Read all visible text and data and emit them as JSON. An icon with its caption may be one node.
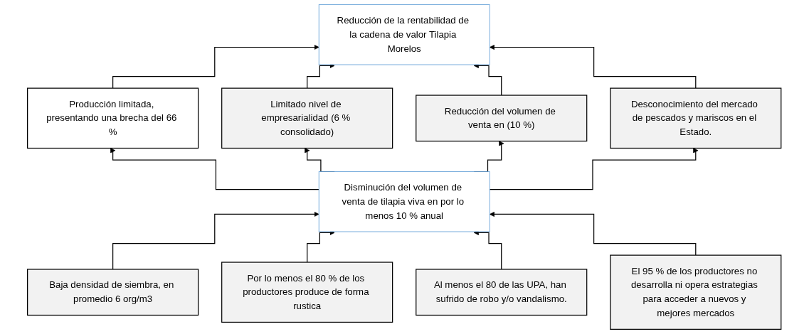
{
  "diagram": {
    "nodes": [
      {
        "text": [
          "Reducción de la rentabilidad de la cadena de valor Tilapia Morelos"
        ]
      },
      {
        "text": [
          "Producción limitada, presentando una brecha del 66 %"
        ]
      },
      {
        "text": [
          "Limitado nivel de empresarialidad (6 % consolidado)"
        ]
      },
      {
        "text": [
          "Reducción del volumen de venta en (10 %)"
        ]
      },
      {
        "text": [
          "Desconocimiento del mercado de pescados y mariscos en el Estado."
        ]
      },
      {
        "text": [
          "Disminución del volumen de venta de tilapia viva en por lo menos 10 % anual"
        ]
      },
      {
        "text": [
          "Baja densidad de siembra, en promedio 6 org/m3"
        ]
      },
      {
        "text": [
          "Por lo menos el 80 % de los productores produce de forma rustica"
        ]
      },
      {
        "text": [
          "Al menos el 80 de las UPA, han sufrido de robo y/o vandalismo."
        ]
      },
      {
        "text": [
          "El 95 % de los productores no desarrolla ni opera estrategias para acceder a nuevos y mejores mercados"
        ]
      }
    ],
    "edges": [
      {
        "from": 1,
        "to": 0,
        "arrow": "to"
      },
      {
        "from": 2,
        "to": 0,
        "arrow": "to"
      },
      {
        "from": 3,
        "to": 0,
        "arrow": "to"
      },
      {
        "from": 4,
        "to": 0,
        "arrow": "to"
      },
      {
        "from": 5,
        "to": 1,
        "arrow": "to"
      },
      {
        "from": 5,
        "to": 2,
        "arrow": "to"
      },
      {
        "from": 5,
        "to": 3,
        "arrow": "to"
      },
      {
        "from": 5,
        "to": 4,
        "arrow": "to"
      },
      {
        "from": 6,
        "to": 5,
        "arrow": "to"
      },
      {
        "from": 7,
        "to": 5,
        "arrow": "to"
      },
      {
        "from": 8,
        "to": 5,
        "arrow": "to"
      },
      {
        "from": 9,
        "to": 5,
        "arrow": "to"
      }
    ]
  }
}
